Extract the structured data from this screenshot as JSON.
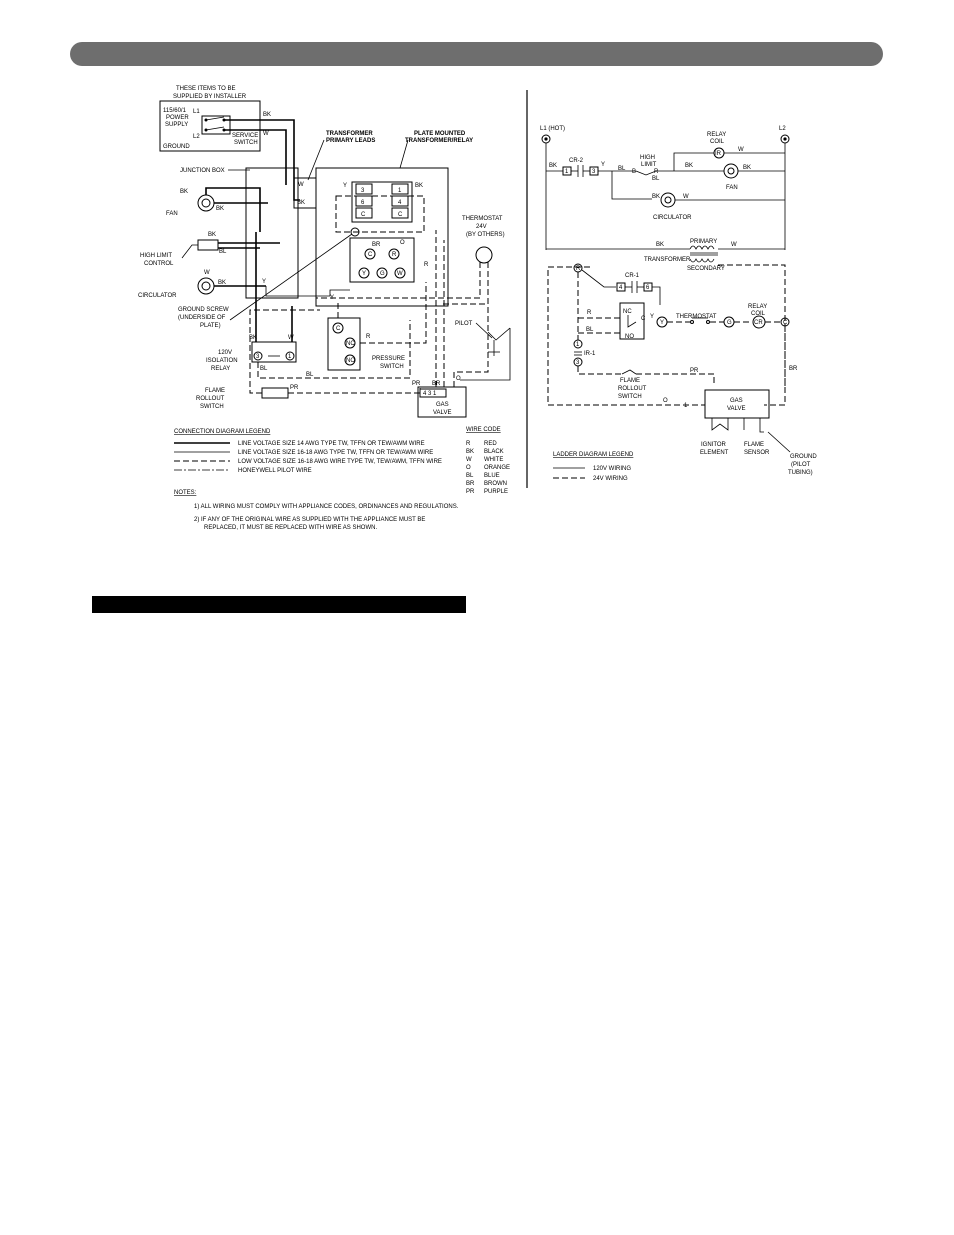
{
  "connection": {
    "installer_note": [
      "THESE ITEMS TO BE",
      "SUPPLIED BY INSTALLER"
    ],
    "power_supply": [
      "115/60/1",
      "POWER",
      "SUPPLY"
    ],
    "l1": "L1",
    "l2": "L2",
    "ground": "GROUND",
    "service_switch": [
      "SERVICE",
      "SWITCH"
    ],
    "transformer_primary_leads": [
      "TRANSFORMER",
      "PRIMARY LEADS"
    ],
    "plate_mounted": [
      "PLATE MOUNTED",
      "TRANSFORMER/RELAY"
    ],
    "junction_box": "JUNCTION BOX",
    "fan": "FAN",
    "high_limit_control": [
      "HIGH LIMIT",
      "CONTROL"
    ],
    "circulator": "CIRCULATOR",
    "ground_screw": [
      "GROUND SCREW",
      "(UNDERSIDE OF",
      "PLATE)"
    ],
    "isolation_relay": [
      "120V",
      "ISOLATION",
      "RELAY"
    ],
    "flame_rollout_switch": [
      "FLAME",
      "ROLLOUT",
      "SWITCH"
    ],
    "thermostat": [
      "THERMOSTAT",
      "24V",
      "(BY OTHERS)"
    ],
    "pilot": "PILOT",
    "pressure_switch": [
      "PRESSURE",
      "SWITCH"
    ],
    "gas_valve": [
      "GAS",
      "VALVE"
    ],
    "terminals": {
      "t3": "3",
      "t1": "1",
      "t6": "6",
      "t4": "4",
      "tc1": "C",
      "tc2": "C",
      "c": "C",
      "r": "R",
      "g": "G",
      "w": "W",
      "y": "Y",
      "ps_c": "C",
      "ps_nc": "NC",
      "ps_no": "NO",
      "ir3": "3",
      "ir1": "1"
    },
    "wire_labels": {
      "bk": "BK",
      "w": "W",
      "y": "Y",
      "bl": "BL",
      "br": "BR",
      "o": "O",
      "r": "R",
      "pr": "PR"
    }
  },
  "connection_legend": {
    "title": "CONNECTION DIAGRAM LEGEND",
    "items": [
      "LINE VOLTAGE SIZE 14 AWG TYPE TW, TFFN OR TEW/AWM WIRE",
      "LINE VOLTAGE SIZE 16-18 AWG TYPE TW, TFFN OR TEW/AWM WIRE",
      "LOW VOLTAGE SIZE 16-18 AWG WIRE TYPE TW, TEW/AWM, TFFN WIRE",
      "HONEYWELL PILOT WIRE"
    ]
  },
  "wire_code": {
    "title": "WIRE CODE",
    "rows": [
      [
        "R",
        "RED"
      ],
      [
        "BK",
        "BLACK"
      ],
      [
        "W",
        "WHITE"
      ],
      [
        "O",
        "ORANGE"
      ],
      [
        "BL",
        "BLUE"
      ],
      [
        "BR",
        "BROWN"
      ],
      [
        "PR",
        "PURPLE"
      ]
    ]
  },
  "notes": {
    "title": "NOTES:",
    "items": [
      "1)  ALL WIRING MUST COMPLY WITH APPLIANCE CODES, ORDINANCES AND REGULATIONS.",
      "2)  IF ANY OF THE ORIGINAL WIRE AS SUPPLIED WITH THE APPLIANCE MUST BE",
      "REPLACED, IT MUST BE REPLACED WITH WIRE AS SHOWN."
    ]
  },
  "ladder": {
    "l1": "L1 (HOT)",
    "l2": "L2",
    "cr2": "CR-2",
    "cr1": "CR-1",
    "high_limit": [
      "HIGH",
      "LIMIT"
    ],
    "relay_coil": [
      "RELAY",
      "COIL"
    ],
    "fan": "FAN",
    "circulator": "CIRCULATOR",
    "primary": "PRIMARY",
    "transformer": "TRANSFORMER",
    "secondary": "SECONDARY",
    "thermostat": "THERMOSTAT",
    "flame_rollout": [
      "FLAME",
      "ROLLOUT",
      "SWITCH"
    ],
    "gas_valve": [
      "GAS",
      "VALVE"
    ],
    "ignitor": [
      "IGNITOR",
      "ELEMENT"
    ],
    "flame_sensor": [
      "FLAME",
      "SENSOR"
    ],
    "ground": [
      "GROUND",
      "(PILOT",
      "TUBING)"
    ],
    "ir1": "IR-1",
    "terminals": {
      "n1": "1",
      "n3": "3",
      "n4": "4",
      "n6": "6",
      "r": "R",
      "y": "Y",
      "g": "G",
      "c": "C",
      "cr": "CR",
      "ir": "IR",
      "nc": "NC",
      "no": "NO",
      "cc": "C",
      "b": "B",
      "rr": "R"
    },
    "wire_labels": {
      "bk": "BK",
      "w": "W",
      "y": "Y",
      "bl": "BL",
      "br": "BR",
      "r": "R",
      "o": "O",
      "pr": "PR",
      "one": "1"
    }
  },
  "ladder_legend": {
    "title": "LADDER DIAGRAM LEGEND",
    "items": [
      "120V WIRING",
      "24V WIRING"
    ]
  }
}
